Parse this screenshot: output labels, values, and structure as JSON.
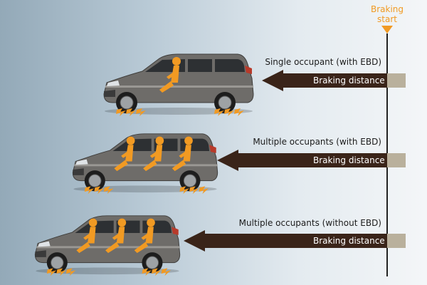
{
  "start_marker": {
    "line1": "Braking",
    "line2": "start",
    "color": "#f19a23"
  },
  "arrow_color": "#3a2419",
  "occupant_color": "#f19a23",
  "car_body_color": "#6e6c69",
  "rows": [
    {
      "label": "Single occupant (with EBD)",
      "bar_label": "Braking distance",
      "occupants": 1
    },
    {
      "label": "Multiple occupants (with EBD)",
      "bar_label": "Braking distance",
      "occupants": 3
    },
    {
      "label": "Multiple occupants (without EBD)",
      "bar_label": "Braking distance",
      "occupants": 3
    }
  ]
}
